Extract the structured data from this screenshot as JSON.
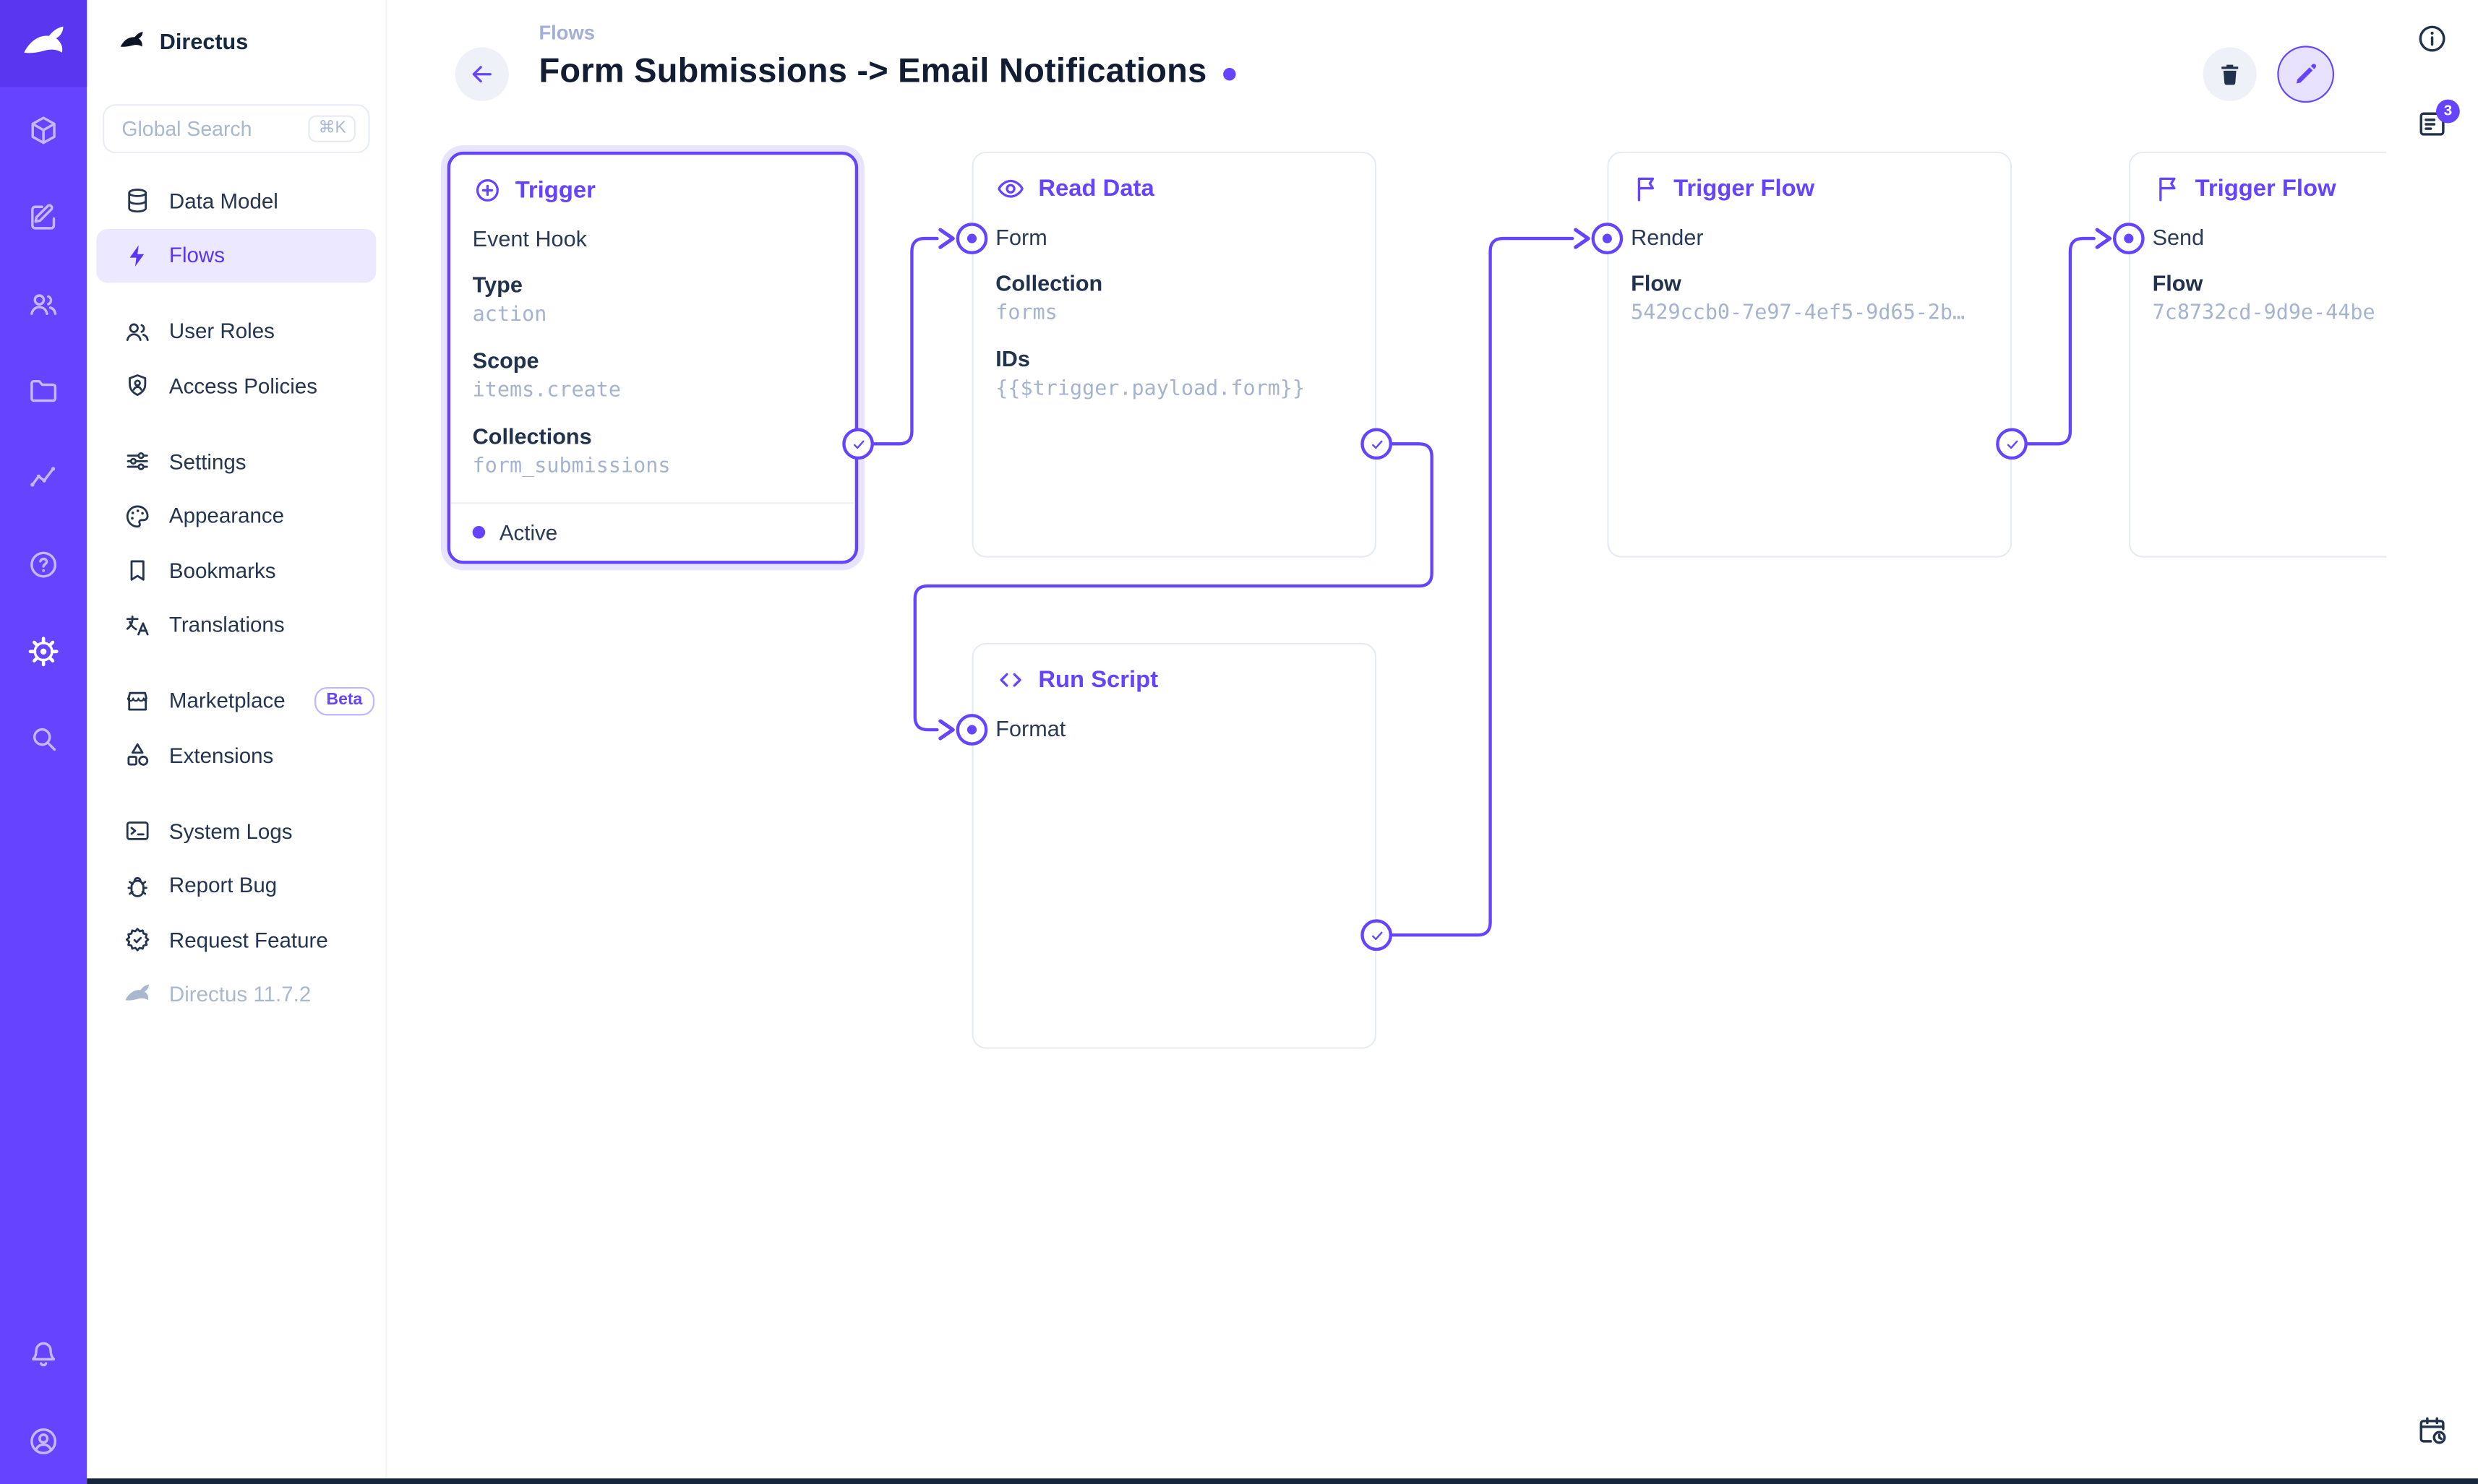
{
  "app": {
    "name": "Directus",
    "accent_color": "#6644ff",
    "module_bar_color": "#6644ff"
  },
  "module_bar": {
    "items": [
      {
        "name": "content",
        "icon": "cube-icon"
      },
      {
        "name": "editor",
        "icon": "edit-icon"
      },
      {
        "name": "users",
        "icon": "users-icon"
      },
      {
        "name": "files",
        "icon": "folder-icon"
      },
      {
        "name": "insights",
        "icon": "insights-icon"
      },
      {
        "name": "docs",
        "icon": "help-icon"
      },
      {
        "name": "settings",
        "icon": "gear-icon",
        "active": true
      },
      {
        "name": "search",
        "icon": "search-icon"
      }
    ],
    "bottom_items": [
      {
        "name": "notifications",
        "icon": "bell-icon"
      },
      {
        "name": "account",
        "icon": "avatar-icon"
      }
    ]
  },
  "sidebar": {
    "project_name": "Directus",
    "search": {
      "placeholder": "Global Search",
      "shortcut": "⌘K"
    },
    "groups": [
      {
        "items": [
          {
            "label": "Data Model",
            "icon": "database-icon"
          },
          {
            "label": "Flows",
            "icon": "bolt-icon",
            "active": true
          }
        ]
      },
      {
        "items": [
          {
            "label": "User Roles",
            "icon": "people-icon"
          },
          {
            "label": "Access Policies",
            "icon": "shield-person-icon"
          }
        ]
      },
      {
        "items": [
          {
            "label": "Settings",
            "icon": "tune-icon"
          },
          {
            "label": "Appearance",
            "icon": "palette-icon"
          },
          {
            "label": "Bookmarks",
            "icon": "bookmark-icon"
          },
          {
            "label": "Translations",
            "icon": "translate-icon"
          }
        ]
      },
      {
        "items": [
          {
            "label": "Marketplace",
            "icon": "storefront-icon",
            "badge": "Beta"
          },
          {
            "label": "Extensions",
            "icon": "category-icon"
          }
        ]
      },
      {
        "items": [
          {
            "label": "System Logs",
            "icon": "terminal-icon"
          },
          {
            "label": "Report Bug",
            "icon": "bug-icon"
          },
          {
            "label": "Request Feature",
            "icon": "new-releases-icon"
          },
          {
            "label": "Directus 11.7.2",
            "icon": "rabbit-icon",
            "muted": true
          }
        ]
      }
    ]
  },
  "header": {
    "breadcrumb": "Flows",
    "title": "Form Submissions -> Email Notifications"
  },
  "right_rail": {
    "notifications_badge": "3"
  },
  "flow": {
    "nodes": {
      "trigger": {
        "title": "Trigger",
        "subtitle": "Event Hook",
        "fields": [
          {
            "label": "Type",
            "value": "action"
          },
          {
            "label": "Scope",
            "value": "items.create"
          },
          {
            "label": "Collections",
            "value": "form_submissions"
          }
        ],
        "status": "Active"
      },
      "read_data": {
        "title": "Read Data",
        "input_label": "Form",
        "fields": [
          {
            "label": "Collection",
            "value": "forms"
          },
          {
            "label": "IDs",
            "value": "{{$trigger.payload.form}}"
          }
        ]
      },
      "run_script": {
        "title": "Run Script",
        "input_label": "Format",
        "fields": []
      },
      "trigger_flow_render": {
        "title": "Trigger Flow",
        "input_label": "Render",
        "fields": [
          {
            "label": "Flow",
            "value": "5429ccb0-7e97-4ef5-9d65-2b…"
          }
        ]
      },
      "trigger_flow_send": {
        "title": "Trigger Flow",
        "input_label": "Send",
        "fields": [
          {
            "label": "Flow",
            "value": "7c8732cd-9d9e-44be"
          }
        ]
      }
    }
  }
}
